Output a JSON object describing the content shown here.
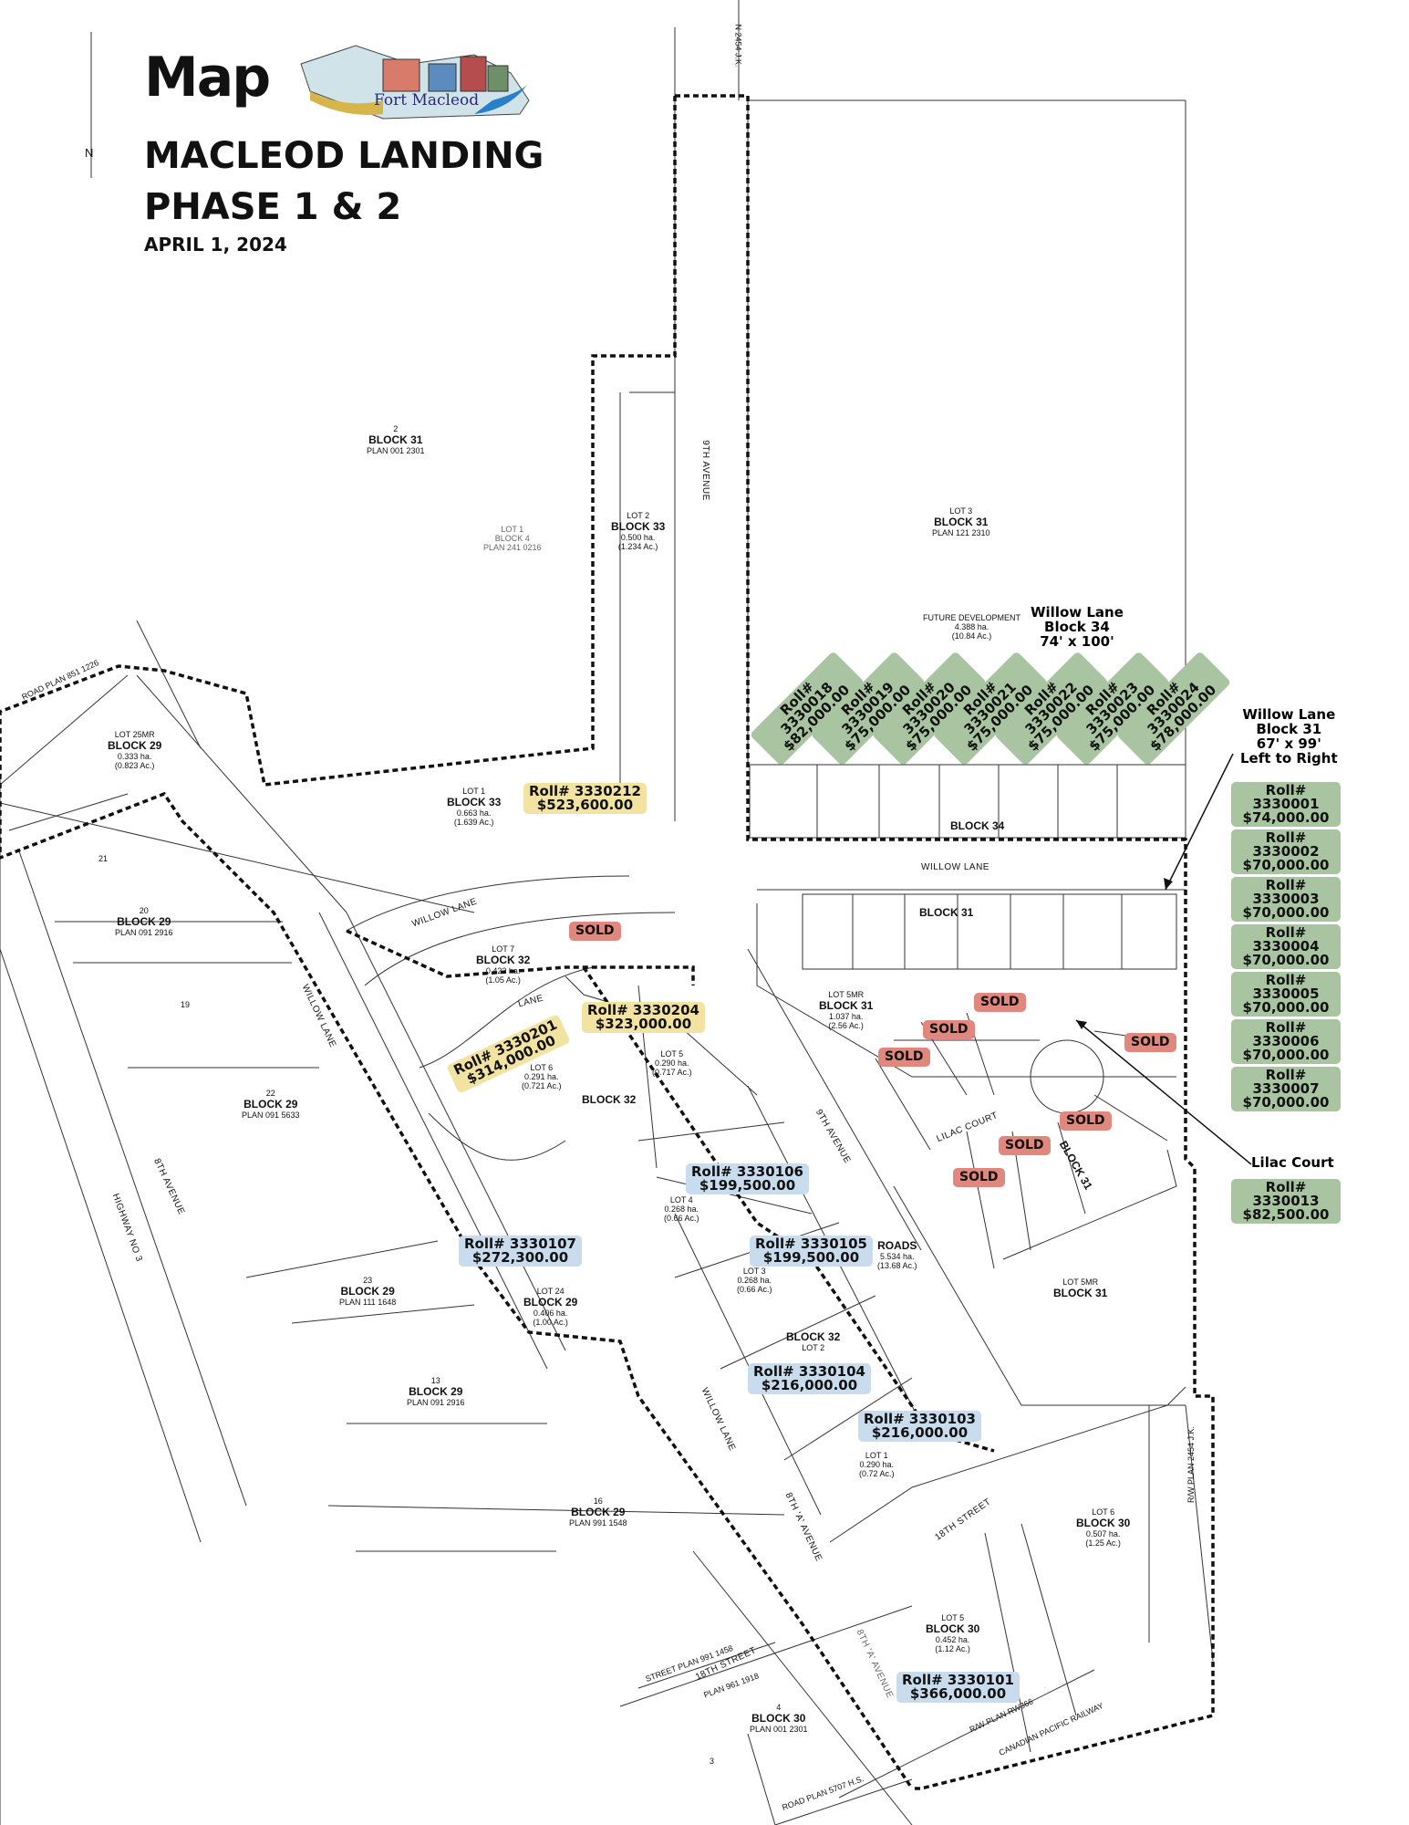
{
  "header": {
    "word": "Map",
    "logo_text": "Fort Macleod",
    "title_line1": "MACLEOD LANDING",
    "title_line2": "PHASE 1 & 2",
    "date": "APRIL 1, 2024",
    "north": "N"
  },
  "colors": {
    "yellow_tag": "#f3e3a3",
    "blue_tag": "#c9dcee",
    "green_tag": "#a8c4a0",
    "sold_tag": "#e0877e",
    "boundary": "#111111"
  },
  "notes": {
    "willow34": {
      "line1": "Willow Lane",
      "line2": "Block 34",
      "line3": "74' x 100'"
    },
    "willow31": {
      "line1": "Willow Lane",
      "line2": "Block 31",
      "line3": "67' x 99'",
      "line4": "Left to Right"
    },
    "lilac": "Lilac Court"
  },
  "tags_yellow": [
    {
      "roll": "Roll# 3330212",
      "price": "$523,600.00"
    },
    {
      "roll": "Roll# 3330204",
      "price": "$323,000.00"
    },
    {
      "roll": "Roll# 3330201",
      "price": "$314,000.00"
    }
  ],
  "tags_blue": [
    {
      "roll": "Roll# 3330106",
      "price": "$199,500.00"
    },
    {
      "roll": "Roll# 3330105",
      "price": "$199,500.00"
    },
    {
      "roll": "Roll# 3330104",
      "price": "$216,000.00"
    },
    {
      "roll": "Roll# 3330103",
      "price": "$216,000.00"
    },
    {
      "roll": "Roll# 3330107",
      "price": "$272,300.00"
    },
    {
      "roll": "Roll# 3330101",
      "price": "$366,000.00"
    }
  ],
  "tags_green_right": [
    {
      "roll": "Roll# 3330001",
      "price": "$74,000.00"
    },
    {
      "roll": "Roll# 3330002",
      "price": "$70,000.00"
    },
    {
      "roll": "Roll# 3330003",
      "price": "$70,000.00"
    },
    {
      "roll": "Roll# 3330004",
      "price": "$70,000.00"
    },
    {
      "roll": "Roll# 3330005",
      "price": "$70,000.00"
    },
    {
      "roll": "Roll# 3330006",
      "price": "$70,000.00"
    },
    {
      "roll": "Roll# 3330007",
      "price": "$70,000.00"
    },
    {
      "roll": "Roll# 3330013",
      "price": "$82,500.00"
    }
  ],
  "tags_green_diag": [
    {
      "roll": "Roll# 3330018",
      "price": "$82,000.00"
    },
    {
      "roll": "Roll# 3330019",
      "price": "$75,000.00"
    },
    {
      "roll": "Roll# 3330020",
      "price": "$75,000.00"
    },
    {
      "roll": "Roll# 3330021",
      "price": "$75,000.00"
    },
    {
      "roll": "Roll# 3330022",
      "price": "$75,000.00"
    },
    {
      "roll": "Roll# 3330023",
      "price": "$75,000.00"
    },
    {
      "roll": "Roll# 3330024",
      "price": "$78,000.00"
    }
  ],
  "sold": "SOLD",
  "labels": {
    "b31_top": {
      "lot": "2",
      "block": "BLOCK 31",
      "plan": "PLAN 001 2301"
    },
    "b33_lot2": {
      "lot": "LOT 2",
      "block": "BLOCK 33",
      "area1": "0.500 ha.",
      "area2": "(1.234 Ac.)"
    },
    "lot1_block4": {
      "l1": "LOT 1",
      "l2": "BLOCK 4",
      "l3": "PLAN 241 0216"
    },
    "b31_lot3": {
      "lot": "LOT 3",
      "block": "BLOCK 31",
      "plan": "PLAN 121 2310"
    },
    "future": {
      "l1": "FUTURE DEVELOPMENT",
      "l2": "4.388 ha.",
      "l3": "(10.84 Ac.)"
    },
    "b29_lot25": {
      "lot": "LOT 25MR",
      "block": "BLOCK 29",
      "a1": "0.333 ha.",
      "a2": "(0.823 Ac.)"
    },
    "b33_lot1": {
      "lot": "LOT 1",
      "block": "BLOCK 33",
      "a1": "0.663 ha.",
      "a2": "(1.639 Ac.)"
    },
    "b34": "BLOCK 34",
    "b31_mid": "BLOCK 31",
    "b29_20": {
      "lot": "20",
      "block": "BLOCK 29",
      "plan": "PLAN 091 2916"
    },
    "n21": "21",
    "n19": "19",
    "b32_lot7": {
      "lot": "LOT 7",
      "block": "BLOCK 32",
      "a1": "0.423 ha.",
      "a2": "(1.05 Ac.)"
    },
    "b31_lot5mr": {
      "lot": "LOT 5MR",
      "block": "BLOCK 31",
      "a1": "1.037 ha.",
      "a2": "(2.56 Ac.)"
    },
    "b32_lot6": {
      "lot": "LOT 6",
      "a1": "0.291 ha.",
      "a2": "(0.721 Ac.)"
    },
    "b32_lot5": {
      "lot": "LOT 5",
      "a1": "0.290 ha.",
      "a2": "(0.717 Ac.)"
    },
    "b32_mid": "BLOCK 32",
    "b29_22": {
      "lot": "22",
      "block": "BLOCK 29",
      "plan": "PLAN 091 5633"
    },
    "b32_lot4": {
      "lot": "LOT 4",
      "a1": "0.268 ha.",
      "a2": "(0.66 Ac.)"
    },
    "b32_lot3": {
      "lot": "LOT 3",
      "a1": "0.268 ha.",
      "a2": "(0.66 Ac.)"
    },
    "roads": {
      "l1": "ROADS",
      "l2": "5.534 ha.",
      "l3": "(13.68 Ac.)"
    },
    "b31_lot5mr_lower": {
      "lot": "LOT 5MR",
      "block": "BLOCK 31"
    },
    "b29_23": {
      "lot": "23",
      "block": "BLOCK 29",
      "plan": "PLAN 111 1648"
    },
    "b29_lot24": {
      "lot": "LOT 24",
      "block": "BLOCK 29",
      "a1": "0.406 ha.",
      "a2": "(1.00 Ac.)"
    },
    "b32_lot2": {
      "block": "BLOCK 32",
      "lot": "LOT 2"
    },
    "b29_13": {
      "lot": "13",
      "block": "BLOCK 29",
      "plan": "PLAN 091 2916"
    },
    "b32_lot1": {
      "lot": "LOT 1",
      "a1": "0.290 ha.",
      "a2": "(0.72 Ac.)"
    },
    "b29_16": {
      "lot": "16",
      "block": "BLOCK 29",
      "plan": "PLAN 991 1548"
    },
    "b30_lot6": {
      "lot": "LOT 6",
      "block": "BLOCK 30",
      "a1": "0.507 ha.",
      "a2": "(1.25 Ac.)"
    },
    "b30_lot5": {
      "lot": "LOT 5",
      "block": "BLOCK 30",
      "a1": "0.452 ha.",
      "a2": "(1.12 Ac.)"
    },
    "b30_bottom": {
      "lot": "4",
      "block": "BLOCK 30",
      "plan": "PLAN 001 2301"
    },
    "n3": "3",
    "b31_rotated": "BLOCK 31"
  },
  "streets": {
    "ninth_ave": "9TH AVENUE",
    "willow_lane": "WILLOW LANE",
    "lilac_court": "LILAC COURT",
    "eighth_ave": "8TH AVENUE",
    "hwy3": "HIGHWAY NO 3",
    "eighteenth": "18TH STREET",
    "eighth_a": "8TH 'A' AVENUE",
    "street_plan": "STREET PLAN 991 1458",
    "plan_961": "PLAN 961 1918",
    "rail": "CANADIAN PACIFIC RAILWAY",
    "rw_rm": "R/W PLAN RW366",
    "road_plan_bottom": "ROAD PLAN 5707 H.S.",
    "road_plan_top": "ROAD PLAN 851 1226",
    "rw_plan_2454": "R/W PLAN 2454 J.K.",
    "n2454": "N 2454 J.K.",
    "lane": "LANE"
  }
}
